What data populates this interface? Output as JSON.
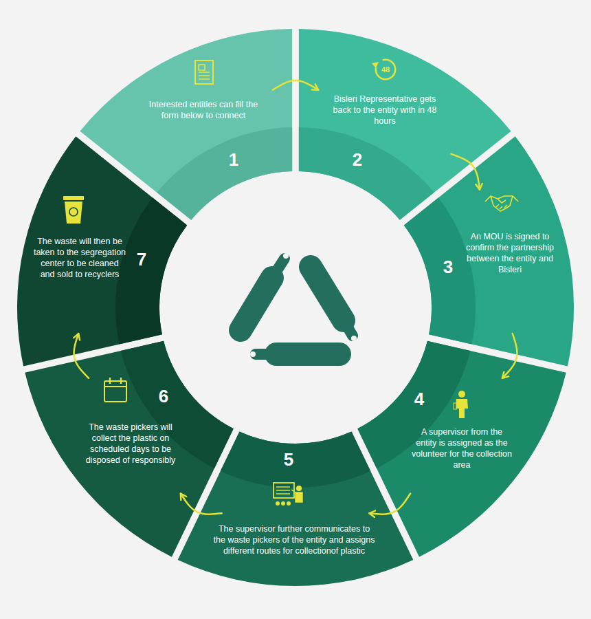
{
  "diagram": {
    "nodes": [
      {
        "text": [
          "Interested entities can fill the form below to connect",
          "1"
        ]
      },
      {
        "text": [
          "Bisleri Representative gets back to the entity with in 48 hours",
          "2"
        ]
      },
      {
        "text": [
          "An MOU is signed to confirm the partnership between the entity and Bisleri",
          "3"
        ]
      },
      {
        "text": [
          "A supervisor from the entity is assigned as the volunteer for the collection area",
          "4"
        ]
      },
      {
        "text": [
          "The supervisor further communicates to the waste pickers of the entity and assigns different routes for collectionof plastic",
          "5"
        ]
      },
      {
        "text": [
          "The waste pickers will collect the plastic on scheduled days to be disposed of responsibly",
          "6"
        ]
      },
      {
        "text": [
          "The waste will then be taken to the segregation center to be cleaned and sold to recyclers",
          "7"
        ]
      }
    ],
    "edges": [
      {
        "from": 0,
        "to": 1,
        "arrow": "to"
      },
      {
        "from": 1,
        "to": 2,
        "arrow": "to"
      },
      {
        "from": 2,
        "to": 3,
        "arrow": "to"
      },
      {
        "from": 3,
        "to": 4,
        "arrow": "to"
      },
      {
        "from": 4,
        "to": 5,
        "arrow": "to"
      },
      {
        "from": 5,
        "to": 6,
        "arrow": "to"
      }
    ],
    "labels": [
      "48"
    ]
  }
}
